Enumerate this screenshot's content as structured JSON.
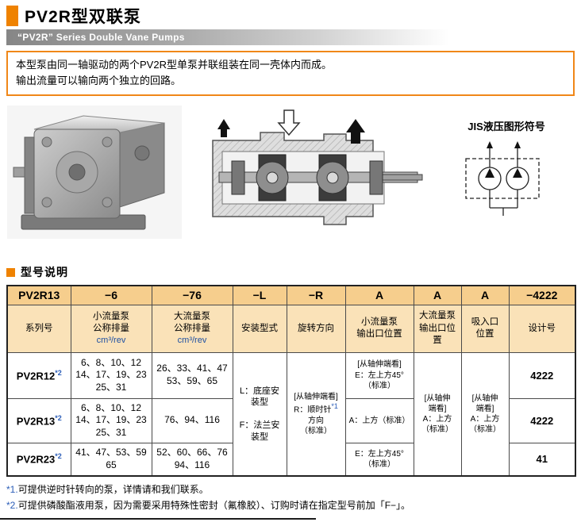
{
  "page": {
    "title": "PV2R型双联泵",
    "subtitle": "“PV2R” Series Double Vane Pumps",
    "intro_line1": "本型泵由同一轴驱动的两个PV2R型单泵并联组装在同一壳体内而成。",
    "intro_line2": "输出流量可以输向两个独立的回路。",
    "jis_label": "JIS液压图形符号",
    "section_title": "型号说明"
  },
  "colors": {
    "accent_orange": "#EF8200",
    "header_tan": "#F6CE8D",
    "header_tan_light": "#FAE2B8",
    "note_blue": "#2B5DB8"
  },
  "table": {
    "code_row": [
      "PV2R13",
      "−6",
      "−76",
      "−L",
      "−R",
      "A",
      "A",
      "A",
      "−4222"
    ],
    "headers": [
      {
        "label": "系列号"
      },
      {
        "label": "小流量泵\n公称排量",
        "unit": "cm³/rev"
      },
      {
        "label": "大流量泵\n公称排量",
        "unit": "cm³/rev"
      },
      {
        "label": "安装型式"
      },
      {
        "label": "旋转方向"
      },
      {
        "label": "小流量泵\n输出口位置"
      },
      {
        "label": "大流量泵\n输出口位置"
      },
      {
        "label": "吸入口\n位置"
      },
      {
        "label": "设计号"
      }
    ],
    "rows": [
      {
        "series": "PV2R12",
        "note": "*2",
        "small_disp": "6、8、10、12\n14、17、19、23\n25、31",
        "large_disp": "26、33、41、47\n53、59、65",
        "small_outlet": "[从轴伸端看]\nE：左上方45°\n（标准）",
        "design": "4222"
      },
      {
        "series": "PV2R13",
        "note": "*2",
        "small_disp": "6、8、10、12\n14、17、19、23\n25、31",
        "large_disp": "76、94、116",
        "small_outlet": "A：上方（标准）",
        "design": "4222"
      },
      {
        "series": "PV2R23",
        "note": "*2",
        "small_disp": "41、47、53、59\n65",
        "large_disp": "52、60、66、76\n94、116",
        "small_outlet": "E：左上方45°\n（标准）",
        "design": "41"
      }
    ],
    "merged": {
      "mounting": "L：底座安\n装型\n\nF：法兰安\n装型",
      "rotation_pre": "[从轴伸端看]\nR：顺时针",
      "rotation_sup": "*1",
      "rotation_post": "\n方向\n（标准）",
      "large_outlet": "[从轴伸\n端看]\nA：上方\n（标准）",
      "suction": "[从轴伸\n端看]\nA：上方\n（标准）"
    }
  },
  "notes": [
    {
      "marker": "*1.",
      "text": "可提供逆时针转向的泵，详情请和我们联系。"
    },
    {
      "marker": "*2.",
      "text": "可提供磷酸酯液用泵，因为需要采用特殊性密封（氟橡胶）、订购时请在指定型号前加「F−」。"
    }
  ]
}
